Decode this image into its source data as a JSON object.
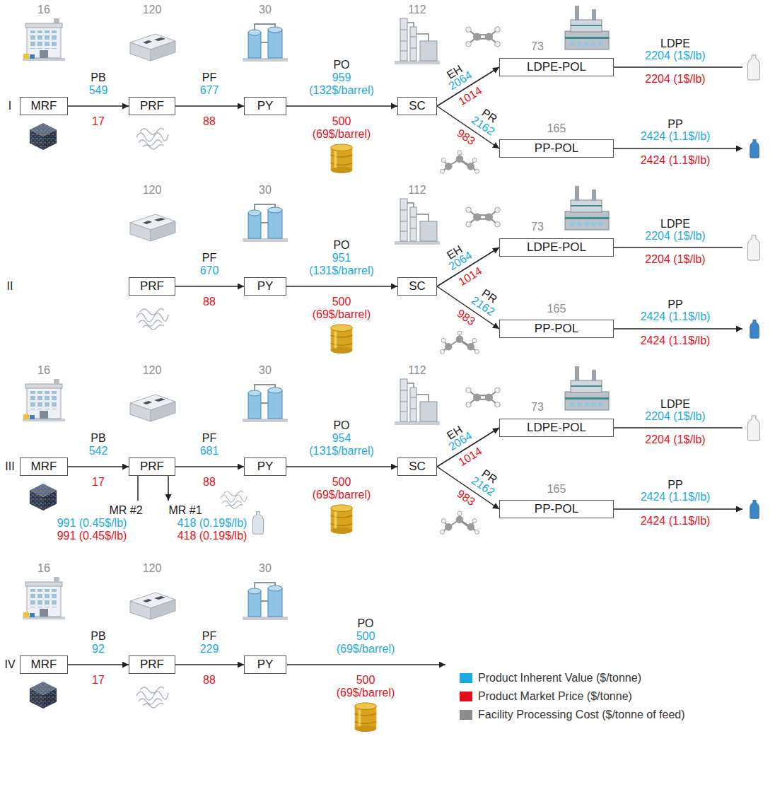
{
  "diagram": {
    "nodes": [
      {
        "text": [
          "MRF"
        ]
      },
      {
        "text": [
          "PRF"
        ]
      },
      {
        "text": [
          "PY"
        ]
      },
      {
        "text": [
          "SC"
        ]
      },
      {
        "text": [
          "LDPE-POL"
        ]
      },
      {
        "text": [
          "PP-POL"
        ]
      },
      {
        "text": [
          "PRF"
        ]
      },
      {
        "text": [
          "PY"
        ]
      },
      {
        "text": [
          "SC"
        ]
      },
      {
        "text": [
          "LDPE-POL"
        ]
      },
      {
        "text": [
          "PP-POL"
        ]
      },
      {
        "text": [
          "MRF"
        ]
      },
      {
        "text": [
          "PRF"
        ]
      },
      {
        "text": [
          "PY"
        ]
      },
      {
        "text": [
          "SC"
        ]
      },
      {
        "text": [
          "LDPE-POL"
        ]
      },
      {
        "text": [
          "PP-POL"
        ]
      },
      {
        "text": [
          "MRF"
        ]
      },
      {
        "text": [
          "PRF"
        ]
      },
      {
        "text": [
          "PY"
        ]
      }
    ],
    "edges": [
      {
        "from": 0,
        "to": 1,
        "arrow": "to",
        "label": "PB"
      },
      {
        "from": 1,
        "to": 2,
        "arrow": "to",
        "label": "PF"
      },
      {
        "from": 2,
        "to": 3,
        "arrow": "to",
        "label": "PO"
      },
      {
        "from": 3,
        "to": 4,
        "arrow": "to",
        "label": "EH"
      },
      {
        "from": 3,
        "to": 5,
        "arrow": "to",
        "label": "PR"
      },
      {
        "from": 6,
        "to": 7,
        "arrow": "to",
        "label": "PF"
      },
      {
        "from": 7,
        "to": 8,
        "arrow": "to",
        "label": "PO"
      },
      {
        "from": 8,
        "to": 9,
        "arrow": "to",
        "label": "EH"
      },
      {
        "from": 8,
        "to": 10,
        "arrow": "to",
        "label": "PR"
      },
      {
        "from": 11,
        "to": 12,
        "arrow": "to",
        "label": "PB"
      },
      {
        "from": 12,
        "to": 13,
        "arrow": "to",
        "label": "PF"
      },
      {
        "from": 13,
        "to": 14,
        "arrow": "to",
        "label": "PO"
      },
      {
        "from": 14,
        "to": 15,
        "arrow": "to",
        "label": "EH"
      },
      {
        "from": 14,
        "to": 16,
        "arrow": "to",
        "label": "PR"
      },
      {
        "from": 17,
        "to": 18,
        "arrow": "to",
        "label": "PB"
      },
      {
        "from": 18,
        "to": 19,
        "arrow": "to",
        "label": "PF"
      }
    ],
    "labels": [
      "I",
      "16",
      "120",
      "30",
      "112",
      "549",
      "17",
      "677",
      "88",
      "959",
      "(132$/barrel)",
      "500",
      "(69$/barrel)",
      "2064",
      "1014",
      "2162",
      "983",
      "73",
      "165",
      "LDPE",
      "2204 (1$/lb)",
      "2204 (1$/lb)",
      "PP",
      "2424 (1.1$/lb)",
      "2424 (1.1$/lb)",
      "II",
      "120",
      "30",
      "112",
      "670",
      "88",
      "951",
      "(131$/barrel)",
      "500",
      "(69$/barrel)",
      "2064",
      "1014",
      "2162",
      "983",
      "73",
      "165",
      "LDPE",
      "2204 (1$/lb)",
      "2204 (1$/lb)",
      "PP",
      "2424 (1.1$/lb)",
      "2424 (1.1$/lb)",
      "III",
      "16",
      "120",
      "30",
      "112",
      "542",
      "17",
      "681",
      "88",
      "954",
      "(131$/barrel)",
      "500",
      "(69$/barrel)",
      "2064",
      "1014",
      "2162",
      "983",
      "73",
      "165",
      "LDPE",
      "2204 (1$/lb)",
      "2204 (1$/lb)",
      "PP",
      "2424 (1.1$/lb)",
      "2424 (1.1$/lb)",
      "MR #2",
      "991 (0.45$/lb)",
      "991 (0.45$/lb)",
      "MR #1",
      "418 (0.19$/lb)",
      "418 (0.19$/lb)",
      "IV",
      "16",
      "120",
      "30",
      "92",
      "17",
      "229",
      "88",
      "PO",
      "500",
      "(69$/barrel)",
      "500",
      "(69$/barrel)"
    ],
    "legend": [
      {
        "text": "Product Inherent Value ($/tonne)",
        "color": "#1aa9e0"
      },
      {
        "text": "Product Market Price ($/tonne)",
        "color": "#e3101b"
      },
      {
        "text": "Facility Processing Cost ($/tonne of feed)",
        "color": "#8c8c8c"
      }
    ]
  }
}
